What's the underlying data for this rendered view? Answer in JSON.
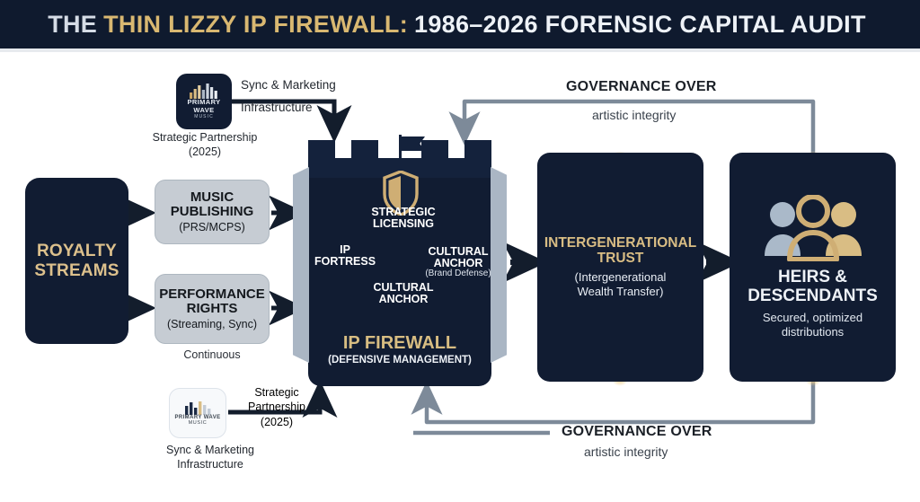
{
  "title": {
    "prefix": "THE",
    "highlight": "THIN LIZZY IP FIREWALL:",
    "suffix": "1986–2026 FORENSIC CAPITAL AUDIT"
  },
  "colors": {
    "navy": "#111c32",
    "header_navy": "#0f1a2e",
    "gold": "#d9b871",
    "gold_text": "#dcc08c",
    "silver": "#d5dce6",
    "grey_box": "#c6ccd3",
    "connector_grey": "#7d8a99",
    "arrow_dark": "#131d2c"
  },
  "source": {
    "label": "ROYALTY STREAMS",
    "line1": "ROYALTY",
    "line2": "STREAMS"
  },
  "streams": [
    {
      "name": "music-publishing",
      "title_line1": "MUSIC",
      "title_line2": "PUBLISHING",
      "subtitle": "(PRS/MCPS)"
    },
    {
      "name": "performance-rights",
      "title_line1": "PERFORMANCE",
      "title_line2": "RIGHTS",
      "subtitle": "(Streaming, Sync)",
      "footnote": "Continuous"
    }
  ],
  "partners": [
    {
      "position": "top",
      "logo_name": "primary-wave-music-logo",
      "logo_line1": "PRIMARY",
      "logo_line2": "WAVE",
      "logo_line3": "MUSIC",
      "flow_label_line1": "Sync & Marketing",
      "flow_label_line2": "Infrastructure",
      "caption_line1": "Strategic Partnership",
      "caption_line2": "(2025)"
    },
    {
      "position": "bottom",
      "logo_name": "primary-wave-music-logo",
      "logo_line1": "PRIMARY WAVE",
      "logo_line2": "MUSIC",
      "flow_label_line1": "Strategic",
      "flow_label_line2": "Partnership",
      "flow_label_line3": "(2025)",
      "caption_line1": "Sync & Marketing",
      "caption_line2": "Infrastructure"
    }
  ],
  "fortress": {
    "icon_shield": "shield-icon",
    "icon_flag": "flag-icon",
    "title": "IP FIREWALL",
    "subtitle": "(DEFENSIVE MANAGEMENT)",
    "cycle": [
      {
        "name": "strategic-licensing",
        "line1": "STRATEGIC",
        "line2": "LICENSING"
      },
      {
        "name": "cultural-anchor-brand",
        "line1": "CULTURAL",
        "line2": "ANCHOR",
        "detail": "(Brand Defense)"
      },
      {
        "name": "cultural-anchor",
        "line1": "CULTURAL",
        "line2": "ANCHOR"
      },
      {
        "name": "ip-fortress",
        "line1": "IP",
        "line2": "FORTRESS"
      }
    ]
  },
  "trust": {
    "title_line1": "INTERGENERATIONAL",
    "title_line2": "TRUST",
    "sub_line1": "(Intergenerational",
    "sub_line2": "Wealth Transfer)"
  },
  "heirs": {
    "icon": "people-group-icon",
    "title_line1": "HEIRS &",
    "title_line2": "DESCENDANTS",
    "sub_line1": "Secured, optimized",
    "sub_line2": "distributions"
  },
  "governance": [
    {
      "position": "top",
      "strong": "GOVERNANCE OVER",
      "light": "artistic integrity"
    },
    {
      "position": "bottom",
      "strong": "GOVERNANCE OVER",
      "light": "artistic integrity"
    }
  ]
}
